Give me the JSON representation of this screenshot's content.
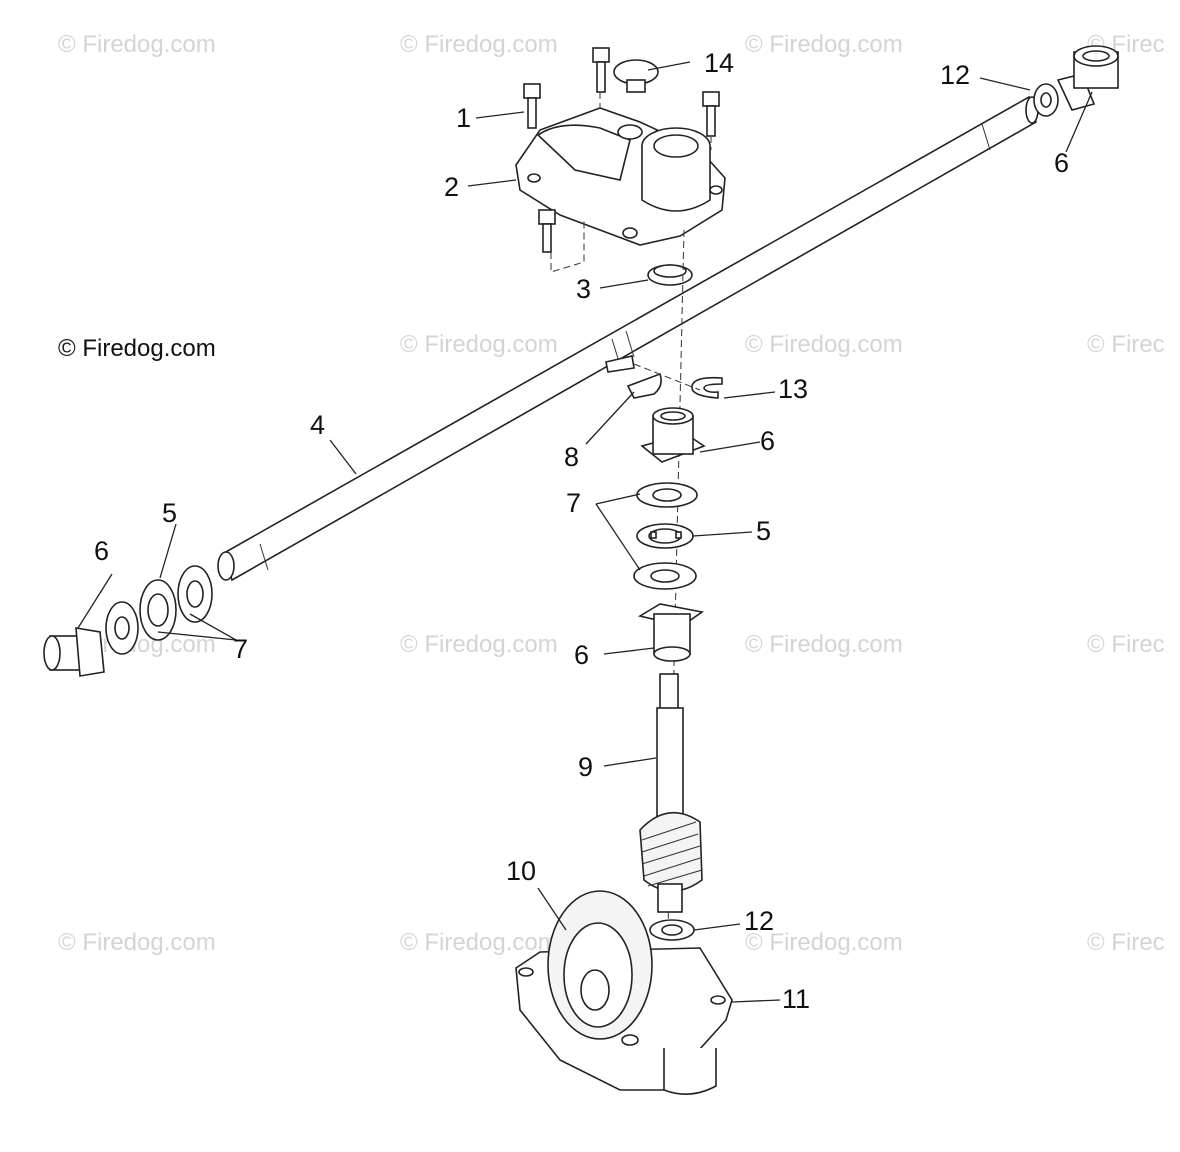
{
  "watermark": {
    "main_text": "© Firedog.com",
    "faint_text": "© Firedog.com",
    "faint_text_partial": "© Firec"
  },
  "callouts": {
    "c1": "1",
    "c2": "2",
    "c3": "3",
    "c4": "4",
    "c5a": "5",
    "c5b": "5",
    "c6a": "6",
    "c6b": "6",
    "c6c": "6",
    "c6d": "6",
    "c7a": "7",
    "c7b": "7",
    "c8": "8",
    "c9": "9",
    "c10": "10",
    "c11": "11",
    "c12a": "12",
    "c12b": "12",
    "c13": "13",
    "c14": "14"
  },
  "colors": {
    "line": "#222222",
    "watermark": "#d4d4d4",
    "background": "#ffffff"
  }
}
